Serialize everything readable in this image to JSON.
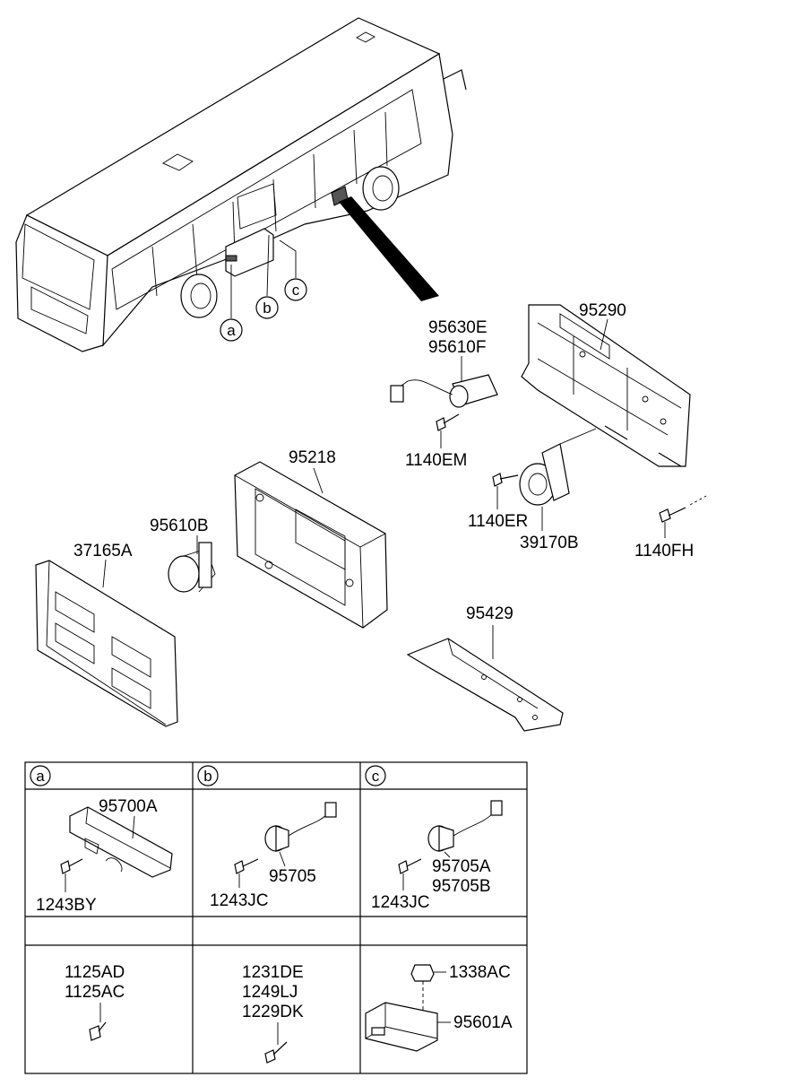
{
  "callouts": {
    "a": "a",
    "b": "b",
    "c": "c"
  },
  "parts": {
    "p95630E": "95630E",
    "p95610F": "95610F",
    "p95290": "95290",
    "p1140EM": "1140EM",
    "p95218": "95218",
    "p95610B": "95610B",
    "p37165A": "37165A",
    "p1140ER": "1140ER",
    "p39170B": "39170B",
    "p1140FH": "1140FH",
    "p95429": "95429"
  },
  "table": {
    "headers": [
      "a",
      "b",
      "c"
    ],
    "cell_a1": {
      "parts": [
        "95700A",
        "1243BY"
      ]
    },
    "cell_b1": {
      "parts": [
        "95705",
        "1243JC"
      ]
    },
    "cell_c1": {
      "parts": [
        "95705A",
        "95705B",
        "1243JC"
      ]
    },
    "cell_a2": {
      "parts": [
        "1125AD",
        "1125AC"
      ]
    },
    "cell_b2": {
      "parts": [
        "1231DE",
        "1249LJ",
        "1229DK"
      ]
    },
    "cell_c2": {
      "parts": [
        "1338AC",
        "95601A"
      ]
    }
  }
}
